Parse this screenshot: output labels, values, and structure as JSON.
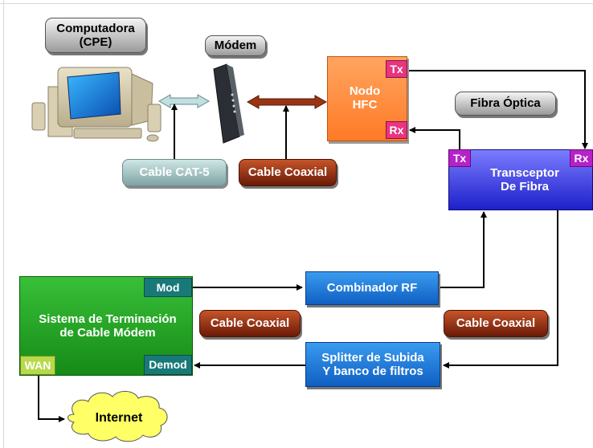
{
  "devices": {
    "computer_label": "Computadora\n(CPE)",
    "modem_label": "Módem",
    "hfc_node_label": "Nodo\nHFC",
    "transceiver_label": "Transceptor\nDe Fibra",
    "cmts_label": "Sistema de Terminación\nde Cable Módem",
    "combiner_label": "Combinador RF",
    "splitter_label": "Splitter de Subida\nY banco de filtros",
    "internet_label": "Internet"
  },
  "cables": {
    "cat5_label": "Cable CAT-5",
    "coax_label": "Cable Coaxial",
    "fiber_label": "Fibra Óptica",
    "coax_left_label": "Cable Coaxial",
    "coax_right_label": "Cable Coaxial"
  },
  "ports": {
    "hfc_tx": "Tx",
    "hfc_rx": "Rx",
    "transceiver_tx": "Tx",
    "transceiver_rx": "Rx",
    "cmts_mod": "Mod",
    "cmts_demod": "Demod",
    "cmts_wan": "WAN"
  },
  "colors": {
    "hfc_node": "#ff8c3c",
    "transceiver": "#2d2fd8",
    "cmts": "#1a9e1a",
    "cat5_arrow": "#a7c8c7",
    "coax_arrow": "#8b2a0a",
    "cloud": "#ffff66"
  }
}
